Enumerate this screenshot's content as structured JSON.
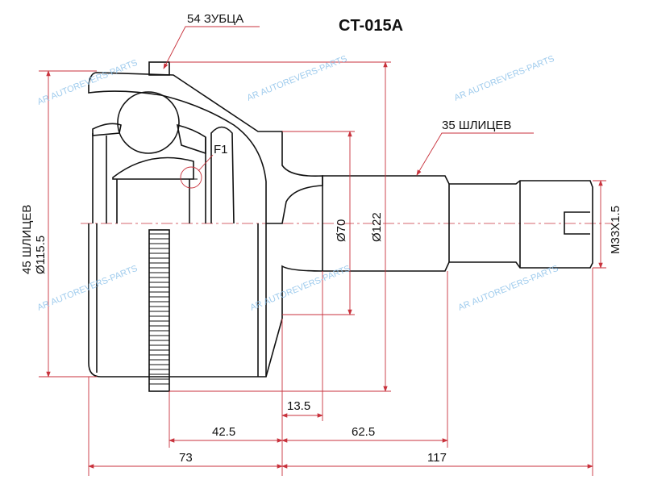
{
  "title": "CT-015A",
  "labels": {
    "teeth": "54 ЗУБЦА",
    "shaft_splines": "35 ШЛИЦЕВ",
    "inner_splines": "45 ШЛИЦЕВ",
    "f1": "F1"
  },
  "dimensions": {
    "outer_diameter": "Ø115.5",
    "abs_diameter": "Ø122",
    "shaft_diameter": "Ø70",
    "thread": "M33X1.5",
    "d_13_5": "13.5",
    "d_42_5": "42.5",
    "d_62_5": "62.5",
    "d_73": "73",
    "d_117": "117"
  },
  "watermark": {
    "text": "AUTOREVERS-PARTS",
    "logo": "AR"
  },
  "colors": {
    "dimension": "#c8323c",
    "watermark": "#8fc3ea",
    "line": "#111111"
  }
}
